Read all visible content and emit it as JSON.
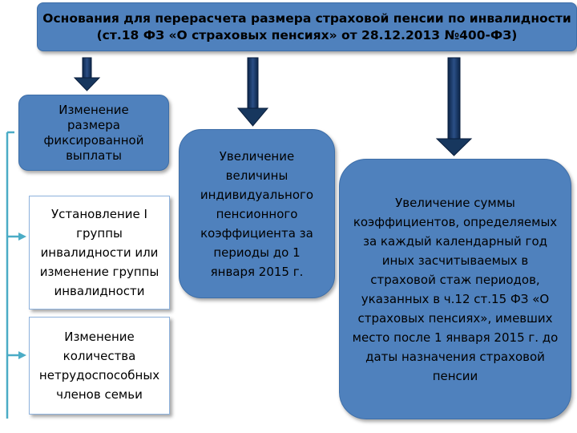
{
  "header": {
    "line1": "Основания для перерасчета размера страховой пенсии по инвалидности",
    "line2": "(ст.18 ФЗ «О страховых пенсиях» от 28.12.2013 №400-ФЗ)"
  },
  "boxes": {
    "fixed_payment": "Изменение размера фиксированной выплаты",
    "disability_group": "Установление I группы инвалидности или изменение группы инвалидности",
    "family_members": "Изменение количества нетрудоспособных членов семьи",
    "individual_coefficient": "Увеличение величины индивидуального пенсионного коэффициента за периоды до 1 января 2015 г.",
    "coefficient_sum": "Увеличение суммы коэффициентов, определяемых за каждый календарный год иных засчитываемых в страховой стаж периодов, указанных в ч.12 ст.15 ФЗ «О страховых пенсиях», имевших место после 1 января 2015 г. до даты назначения страховой пенсии"
  },
  "colors": {
    "box_fill": "#4f81bd",
    "arrow_dark": "#17375e",
    "bracket": "#4bacc6"
  }
}
